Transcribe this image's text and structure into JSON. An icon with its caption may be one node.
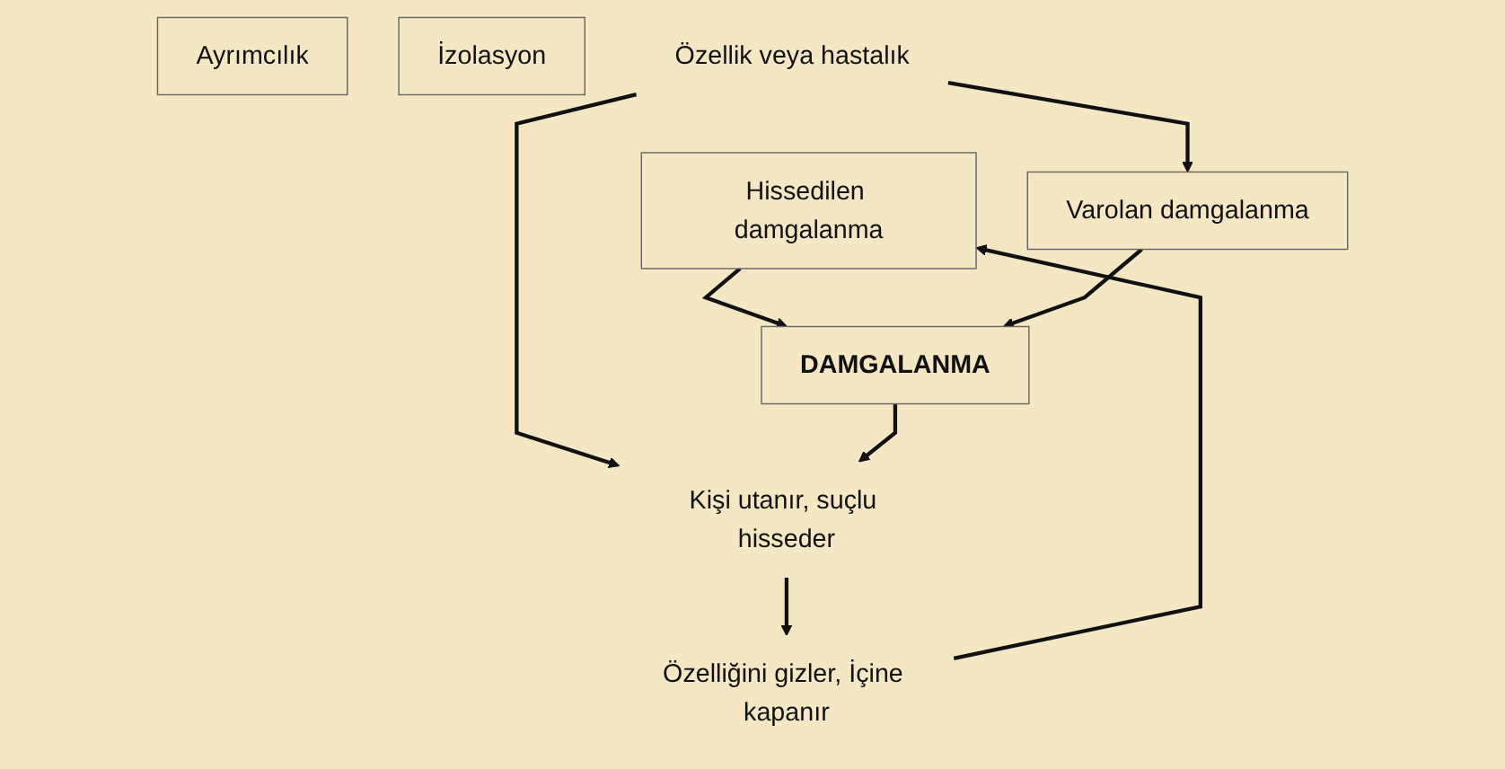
{
  "diagram": {
    "nodes": [
      {
        "text": [
          "Hissedilen damgalanma"
        ]
      },
      {
        "text": [
          "Varolan damgalanma"
        ]
      },
      {
        "text": [
          "Ayrımcılık"
        ]
      },
      {
        "text": [
          "İzolasyon"
        ]
      },
      {
        "text": [
          "DAMGALANMA"
        ]
      },
      {
        "text": [
          "Özellik veya hastalık"
        ]
      },
      {
        "text": [
          "Özelliğini gizler, İçine kapanır"
        ]
      },
      {
        "text": [
          "Kişi utanır, suçlu hisseder"
        ]
      }
    ],
    "edges": [
      {
        "from": 0,
        "to": 4,
        "arrow": "to"
      },
      {
        "from": 1,
        "to": 4,
        "arrow": "to"
      },
      {
        "from": 5,
        "to": 1,
        "arrow": "to"
      },
      {
        "from": 5,
        "to": 7,
        "arrow": "to"
      },
      {
        "from": 4,
        "to": 7,
        "arrow": "to"
      },
      {
        "from": 7,
        "to": 6,
        "arrow": "to"
      },
      {
        "from": 6,
        "to": 0,
        "arrow": "to"
      }
    ]
  }
}
